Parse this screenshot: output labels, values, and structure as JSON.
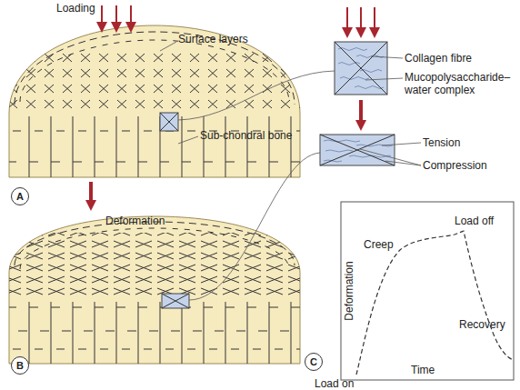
{
  "diagram": {
    "nodes": [
      {
        "text": [
          "A"
        ]
      },
      {
        "text": [
          "B"
        ]
      },
      {
        "text": [
          "C"
        ]
      }
    ],
    "labels": [
      "Loading",
      "Surface layers",
      "Sub-chondral bone",
      "Collagen fibre",
      "Mucopolysaccharide–water complex",
      "Deformation",
      "Tension",
      "Compression",
      "Creep",
      "Load off",
      "Recovery",
      "Deformation",
      "Time",
      "Load on"
    ]
  }
}
